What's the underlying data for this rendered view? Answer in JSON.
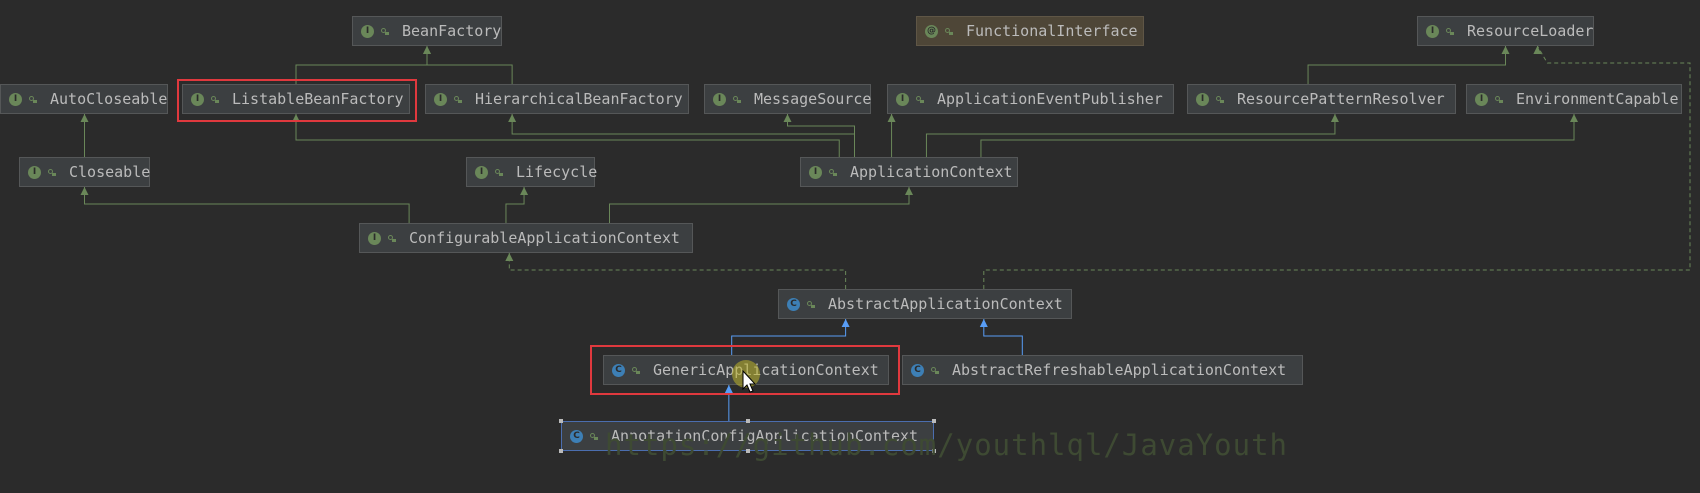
{
  "watermark": "https://github.com/youthlql/JavaYouth",
  "colors": {
    "background": "#2b2b2b",
    "node_fill": "#3c3f41",
    "interface_edge": "#6a8759",
    "class_edge": "#589df6",
    "highlight": "#e0393e"
  },
  "nodes": [
    {
      "id": "BeanFactory",
      "label": "BeanFactory",
      "kind": "interface",
      "badge": "I"
    },
    {
      "id": "FunctionalInterface",
      "label": "FunctionalInterface",
      "kind": "annotation",
      "badge": "@"
    },
    {
      "id": "ResourceLoader",
      "label": "ResourceLoader",
      "kind": "interface",
      "badge": "I"
    },
    {
      "id": "AutoCloseable",
      "label": "AutoCloseable",
      "kind": "interface",
      "badge": "I"
    },
    {
      "id": "ListableBeanFactory",
      "label": "ListableBeanFactory",
      "kind": "interface",
      "badge": "I"
    },
    {
      "id": "HierarchicalBeanFactory",
      "label": "HierarchicalBeanFactory",
      "kind": "interface",
      "badge": "I"
    },
    {
      "id": "MessageSource",
      "label": "MessageSource",
      "kind": "interface",
      "badge": "I"
    },
    {
      "id": "ApplicationEventPublisher",
      "label": "ApplicationEventPublisher",
      "kind": "interface",
      "badge": "I"
    },
    {
      "id": "ResourcePatternResolver",
      "label": "ResourcePatternResolver",
      "kind": "interface",
      "badge": "I"
    },
    {
      "id": "EnvironmentCapable",
      "label": "EnvironmentCapable",
      "kind": "interface",
      "badge": "I"
    },
    {
      "id": "Closeable",
      "label": "Closeable",
      "kind": "interface",
      "badge": "I"
    },
    {
      "id": "Lifecycle",
      "label": "Lifecycle",
      "kind": "interface",
      "badge": "I"
    },
    {
      "id": "ApplicationContext",
      "label": "ApplicationContext",
      "kind": "interface",
      "badge": "I"
    },
    {
      "id": "ConfigurableApplicationContext",
      "label": "ConfigurableApplicationContext",
      "kind": "interface",
      "badge": "I"
    },
    {
      "id": "AbstractApplicationContext",
      "label": "AbstractApplicationContext",
      "kind": "abstract",
      "badge": "C"
    },
    {
      "id": "GenericApplicationContext",
      "label": "GenericApplicationContext",
      "kind": "class",
      "badge": "C"
    },
    {
      "id": "AbstractRefreshableApplicationContext",
      "label": "AbstractRefreshableApplicationContext",
      "kind": "abstract",
      "badge": "C"
    },
    {
      "id": "AnnotationConfigApplicationContext",
      "label": "AnnotationConfigApplicationContext",
      "kind": "class",
      "badge": "C"
    }
  ],
  "edges": [
    {
      "from": "ListableBeanFactory",
      "to": "BeanFactory",
      "type": "extends"
    },
    {
      "from": "HierarchicalBeanFactory",
      "to": "BeanFactory",
      "type": "extends"
    },
    {
      "from": "Closeable",
      "to": "AutoCloseable",
      "type": "extends"
    },
    {
      "from": "ApplicationContext",
      "to": "ListableBeanFactory",
      "type": "extends"
    },
    {
      "from": "ApplicationContext",
      "to": "HierarchicalBeanFactory",
      "type": "extends"
    },
    {
      "from": "ApplicationContext",
      "to": "MessageSource",
      "type": "extends"
    },
    {
      "from": "ApplicationContext",
      "to": "ApplicationEventPublisher",
      "type": "extends"
    },
    {
      "from": "ApplicationContext",
      "to": "ResourcePatternResolver",
      "type": "extends"
    },
    {
      "from": "ApplicationContext",
      "to": "EnvironmentCapable",
      "type": "extends"
    },
    {
      "from": "ResourcePatternResolver",
      "to": "ResourceLoader",
      "type": "extends"
    },
    {
      "from": "ConfigurableApplicationContext",
      "to": "Closeable",
      "type": "extends"
    },
    {
      "from": "ConfigurableApplicationContext",
      "to": "Lifecycle",
      "type": "extends"
    },
    {
      "from": "ConfigurableApplicationContext",
      "to": "ApplicationContext",
      "type": "extends"
    },
    {
      "from": "AbstractApplicationContext",
      "to": "ConfigurableApplicationContext",
      "type": "implements"
    },
    {
      "from": "AbstractApplicationContext",
      "to": "ResourceLoader",
      "type": "implements"
    },
    {
      "from": "GenericApplicationContext",
      "to": "AbstractApplicationContext",
      "type": "class-extends"
    },
    {
      "from": "AbstractRefreshableApplicationContext",
      "to": "AbstractApplicationContext",
      "type": "class-extends"
    },
    {
      "from": "AnnotationConfigApplicationContext",
      "to": "GenericApplicationContext",
      "type": "class-extends"
    }
  ],
  "highlighted": [
    "ListableBeanFactory",
    "GenericApplicationContext"
  ],
  "selected": "AnnotationConfigApplicationContext"
}
